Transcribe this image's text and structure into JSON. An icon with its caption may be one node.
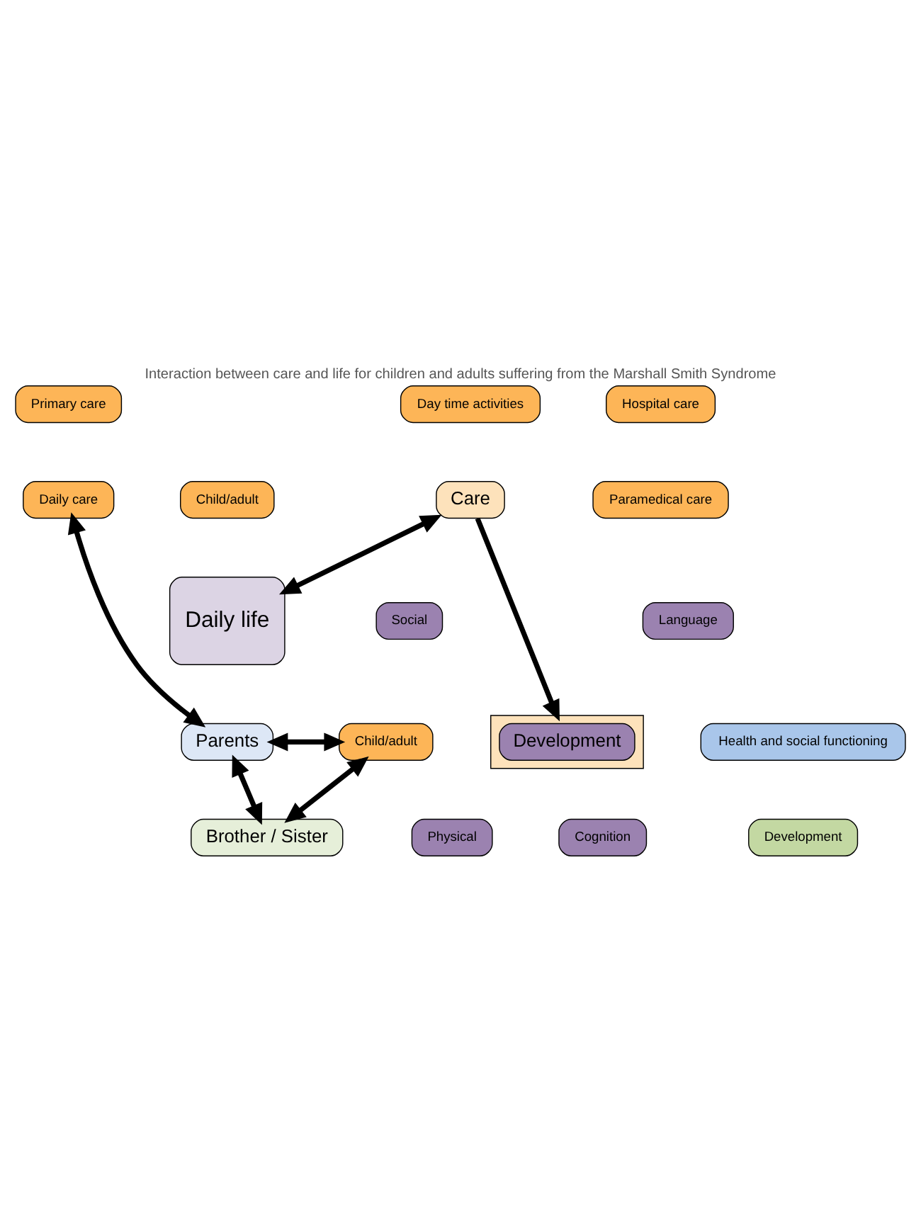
{
  "diagram": {
    "title": "Interaction between care and life for children and adults suffering from the Marshall Smith Syndrome",
    "nodes": [
      {
        "text": [
          "Day time activities"
        ]
      },
      {
        "text": [
          "Primary care"
        ]
      },
      {
        "text": [
          "Child/adult"
        ]
      },
      {
        "text": [
          "Care"
        ]
      },
      {
        "text": [
          "Hospital care"
        ]
      },
      {
        "text": [
          "Daily care"
        ]
      },
      {
        "text": [
          "Paramedical care"
        ]
      },
      {
        "text": [
          "Daily life"
        ]
      },
      {
        "text": [
          "Health and social functioning"
        ]
      },
      {
        "text": [
          "Parents"
        ]
      },
      {
        "text": [
          "Child/adult"
        ]
      },
      {
        "text": [],
        "shape": "box"
      },
      {
        "text": [
          "Language"
        ]
      },
      {
        "text": [
          "Social"
        ]
      },
      {
        "text": [
          "Development"
        ],
        "in": 11
      },
      {
        "text": [
          "Cognition"
        ]
      },
      {
        "text": [
          "Physical"
        ]
      },
      {
        "text": [
          "Development"
        ]
      },
      {
        "text": [
          "Brother / Sister"
        ]
      }
    ],
    "edges": [
      {
        "from": 5,
        "to": 9,
        "arrow": "both"
      },
      {
        "from": 3,
        "to": 7,
        "arrow": "both"
      },
      {
        "from": 3,
        "to": 11,
        "arrow": "to"
      },
      {
        "from": 9,
        "to": 10,
        "arrow": "both"
      },
      {
        "from": 9,
        "to": 18,
        "arrow": "both"
      },
      {
        "from": 10,
        "to": 18,
        "arrow": "both"
      }
    ]
  }
}
